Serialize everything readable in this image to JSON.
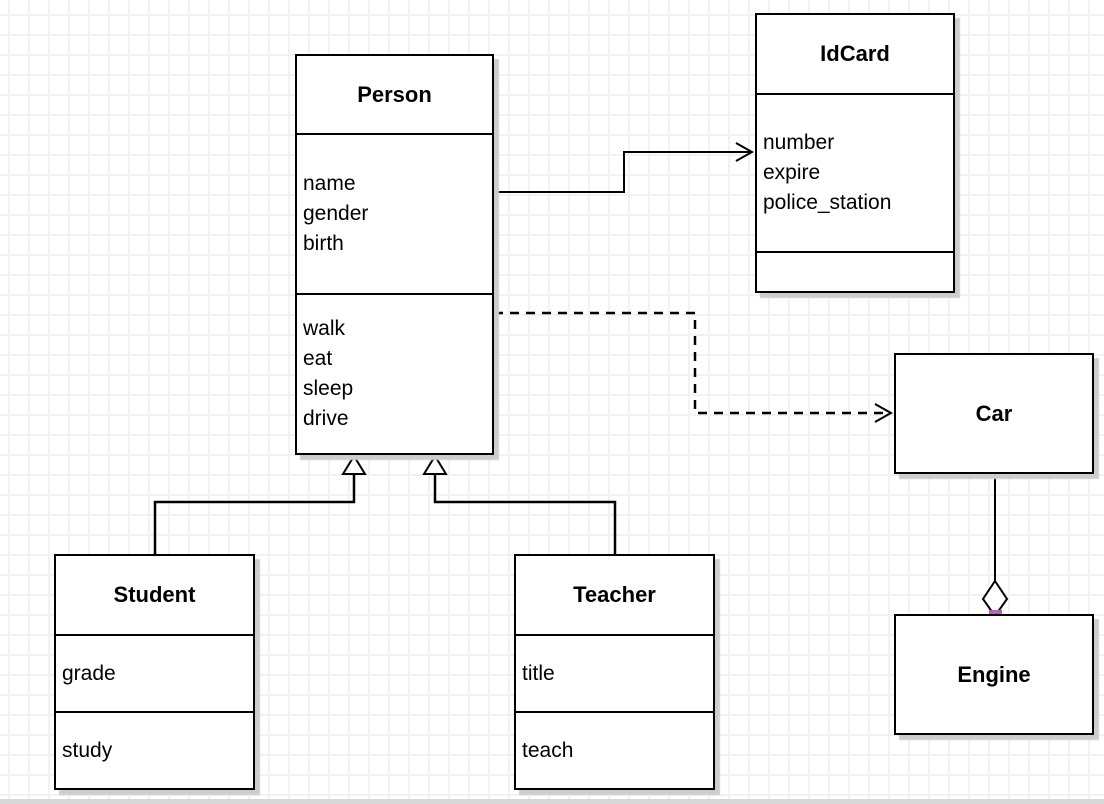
{
  "canvas": {
    "background_color": "#ffffff",
    "grid_color": "#f2f2f2",
    "box_fill": "#ffffff",
    "box_border_color": "#000000",
    "shadow_color": "#cdcdcd",
    "endpoint_marker_color": "#b665b6"
  },
  "classes": [
    {
      "name": "Person",
      "attributes": [
        "name",
        "gender",
        "birth"
      ],
      "methods": [
        "walk",
        "eat",
        "sleep",
        "drive"
      ]
    },
    {
      "name": "IdCard",
      "attributes": [
        "number",
        "expire",
        "police_station"
      ],
      "methods": []
    },
    {
      "name": "Car",
      "attributes": [],
      "methods": []
    },
    {
      "name": "Engine",
      "attributes": [],
      "methods": []
    },
    {
      "name": "Student",
      "attributes": [
        "grade"
      ],
      "methods": [
        "study"
      ]
    },
    {
      "name": "Teacher",
      "attributes": [
        "title"
      ],
      "methods": [
        "teach"
      ]
    }
  ],
  "relationships": [
    {
      "from": "Person",
      "to": "IdCard",
      "type": "association",
      "line_style": "solid",
      "arrowhead": "open"
    },
    {
      "from": "Person",
      "to": "Car",
      "type": "dependency",
      "line_style": "dashed",
      "arrowhead": "open"
    },
    {
      "from": "Student",
      "to": "Person",
      "type": "generalization",
      "line_style": "solid",
      "arrowhead": "hollow-triangle"
    },
    {
      "from": "Teacher",
      "to": "Person",
      "type": "generalization",
      "line_style": "solid",
      "arrowhead": "hollow-triangle"
    },
    {
      "from": "Car",
      "to": "Engine",
      "type": "aggregation",
      "line_style": "solid",
      "marker": "hollow-diamond"
    }
  ]
}
